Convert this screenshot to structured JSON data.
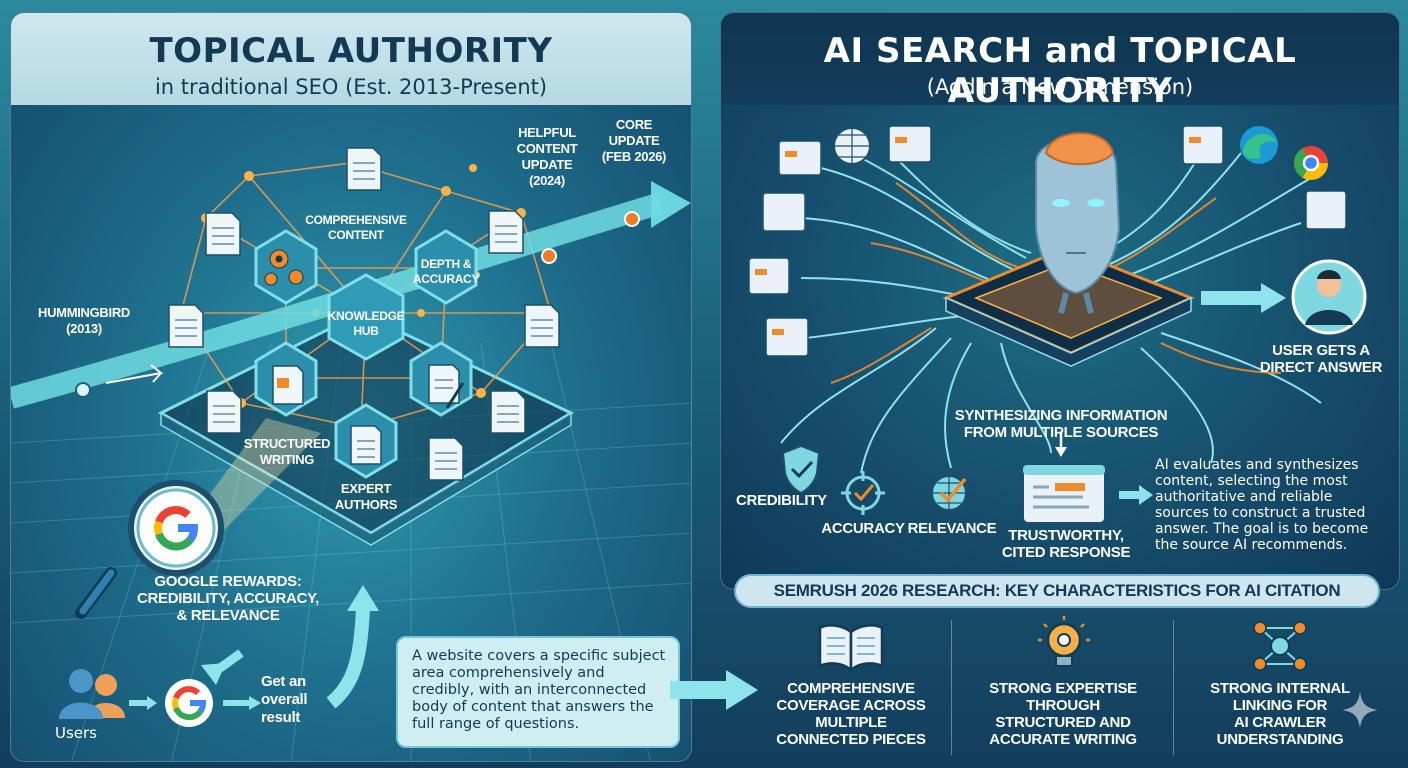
{
  "left": {
    "title": "TOPICAL AUTHORITY",
    "subtitle": "in traditional SEO (Est. 2013-Present)",
    "hummingbird": {
      "name": "HUMMINGBIRD",
      "year": "(2013)"
    },
    "helpful": {
      "name_line1": "HELPFUL",
      "name_line2": "CONTENT",
      "name_line3": "UPDATE",
      "year": "(2024)"
    },
    "core": {
      "name_line1": "CORE",
      "name_line2": "UPDATE",
      "year": "(FEB 2026)"
    },
    "hub": {
      "line1": "KNOWLEDGE",
      "line2": "HUB"
    },
    "comprehensive": {
      "line1": "COMPREHENSIVE",
      "line2": "CONTENT"
    },
    "depth": {
      "line1": "DEPTH &",
      "line2": "ACCURACY"
    },
    "structured": {
      "line1": "STRUCTURED",
      "line2": "WRITING"
    },
    "expert": {
      "line1": "EXPERT",
      "line2": "AUTHORS"
    },
    "google_rewards": {
      "line1": "GOOGLE REWARDS:",
      "line2": "CREDIBILITY, ACCURACY,",
      "line3": "& RELEVANCE"
    },
    "users_label": "Users",
    "result": {
      "line1": "Get an",
      "line2": "overall",
      "line3": "result"
    },
    "website_text": "A website covers a specific subject area comprehensively and credibly, with an interconnected body of content that answers the full range of questions."
  },
  "right": {
    "title": "AI SEARCH and TOPICAL AUTHORITY",
    "subtitle": "(Addin a New Dimension)",
    "user_answer": {
      "line1": "USER GETS A",
      "line2": "DIRECT ANSWER"
    },
    "synth": {
      "line1": "SYNTHESIZING INFORMATION",
      "line2": "FROM MULTIPLE SOURCES"
    },
    "credibility": "CREDIBILITY",
    "accuracy": "ACCURACY",
    "relevance": "RELEVANCE",
    "response": {
      "line1": "TRUSTWORTHY,",
      "line2": "CITED RESPONSE"
    },
    "description": "AI evaluates and synthesizes content, selecting the most authoritative and reliable sources to construct a trusted answer. The goal is to become the source AI recommends."
  },
  "research": {
    "banner": "SEMRUSH 2026 RESEARCH: KEY CHARACTERISTICS FOR AI CITATION",
    "items": [
      {
        "line1": "COMPREHENSIVE",
        "line2": "COVERAGE ACROSS",
        "line3": "MULTIPLE",
        "line4": "CONNECTED PIECES"
      },
      {
        "line1": "STRONG EXPERTISE",
        "line2": "THROUGH",
        "line3": "STRUCTURED AND",
        "line4": "ACCURATE WRITING"
      },
      {
        "line1": "STRONG INTERNAL",
        "line2": "LINKING FOR",
        "line3": "AI CRAWLER",
        "line4": "UNDERSTANDING"
      }
    ]
  },
  "colors": {
    "orange": "#f08a2a",
    "teal": "#5fd0d8",
    "navy": "#123a55",
    "google_blue": "#4285F4",
    "google_red": "#EA4335",
    "google_yellow": "#FBBC05",
    "google_green": "#34A853"
  }
}
